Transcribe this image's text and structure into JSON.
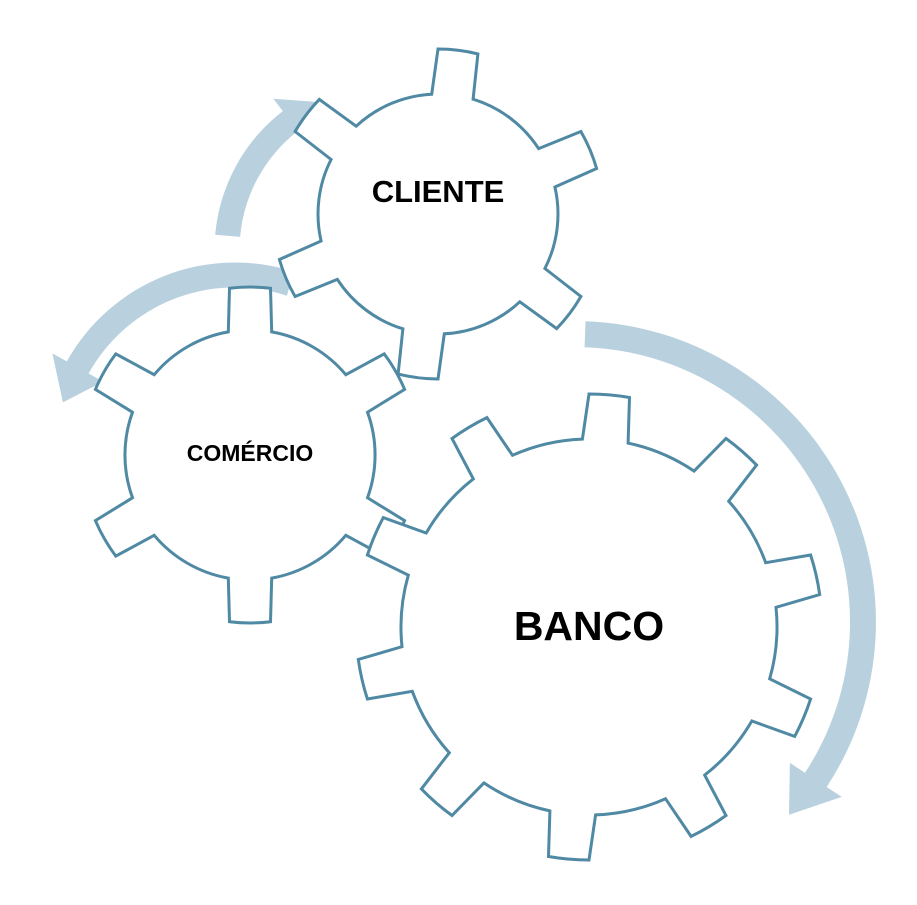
{
  "diagram": {
    "colors": {
      "gear_stroke": "#4f89a3",
      "gear_fill": "#ffffff",
      "arrow": "#b9d1df",
      "text": "#000000"
    },
    "gears": [
      {
        "id": "cliente",
        "label": "CLIENTE",
        "teeth": 6
      },
      {
        "id": "comercio",
        "label": "COMÉRCIO",
        "teeth": 6
      },
      {
        "id": "banco",
        "label": "BANCO",
        "teeth": 10
      }
    ],
    "arrows": [
      {
        "id": "arrow-top",
        "direction": "clockwise"
      },
      {
        "id": "arrow-left",
        "direction": "counterclockwise"
      },
      {
        "id": "arrow-right",
        "direction": "clockwise"
      }
    ]
  }
}
